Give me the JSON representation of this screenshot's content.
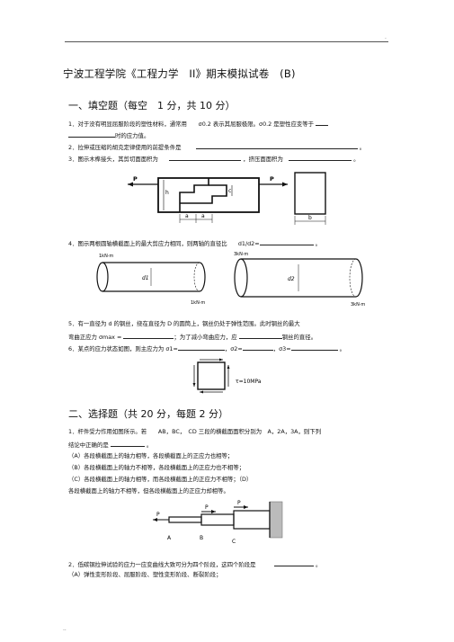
{
  "header": {
    "dot": "."
  },
  "title": "宁波工程学院《工程力学　II》期末模拟试卷　(B)",
  "section1": {
    "heading": "一、填空题（每空　1 分，共 10 分）",
    "q1a": "1．对于没有明显屈服阶段的塑性材料，通常用　　σ0.2 表示其屈服极限。σ0.2 是塑性应变等于",
    "q1b": "时的应力值。",
    "q2": "2．拉伸或压缩的胡克定律使用的前提条件是",
    "q3a": "3．图示木榫接头，其剪切面面积为",
    "q3b": "，挤压面面积为",
    "q4a": "4．图示两根圆轴横截面上的最大剪应力相同，则两轴的直径比",
    "q4b": "d1/d2=",
    "q5a": "5．有一直径为 d 的钢丝，绕在直径为 D 的圆筒上，钢丝仍处于弹性范围。此时钢丝的最大",
    "q5b": "弯曲正应力 σmax =",
    "q5c": "；为了减小弯曲应力，应",
    "q5d": "钢丝的直径。",
    "q6a": "6．某点的应力状态如图，则主应力为 σ1=",
    "q6b": "，σ2=",
    "q6c": "，σ3="
  },
  "fig1": {
    "P_left": "P",
    "P_right": "P",
    "h": "h",
    "c": "c",
    "a1": "a",
    "a2": "a",
    "b": "b"
  },
  "fig2": {
    "m1": "1kN·m",
    "m2": "1kN·m",
    "d1": "d1",
    "m3": "3kN·m",
    "m4": "3kN·m",
    "d2": "d2"
  },
  "fig3": {
    "tau": "τ=10MPa"
  },
  "section2": {
    "heading": "二、选择题（共 20 分，每题 2 分）",
    "q1a": "1．杆件受力作用如图所示。若　　AB，BC，　CD 三段的横截面面积分别为　A，2A，3A，则下列",
    "q1b": "结论中正确的是",
    "optA": "（A）各段横截面上的轴力相等，各段横截面上的正应力也相等；",
    "optB": "（B）各段横截面上的轴力不相等，各段横截面上的正应力也不相等；",
    "optC": "（C）各段横截面上的轴力相等，而各段横截面上的正应力不相等；（D）",
    "optD": "各段横截面上的轴力不相等，但各段横截面上的正应力却相等。",
    "q2": "2．低碳钢拉伸试验的应力一应变曲线大致可分为四个阶段，这四个阶段是",
    "q2A": "（A）弹性变形阶段、屈服阶段、塑性变形阶段、断裂阶段；"
  },
  "fig4": {
    "P1": "P",
    "P2": "P",
    "P3": "P",
    "A": "A",
    "B": "B",
    "C": "C"
  },
  "footer": ".."
}
